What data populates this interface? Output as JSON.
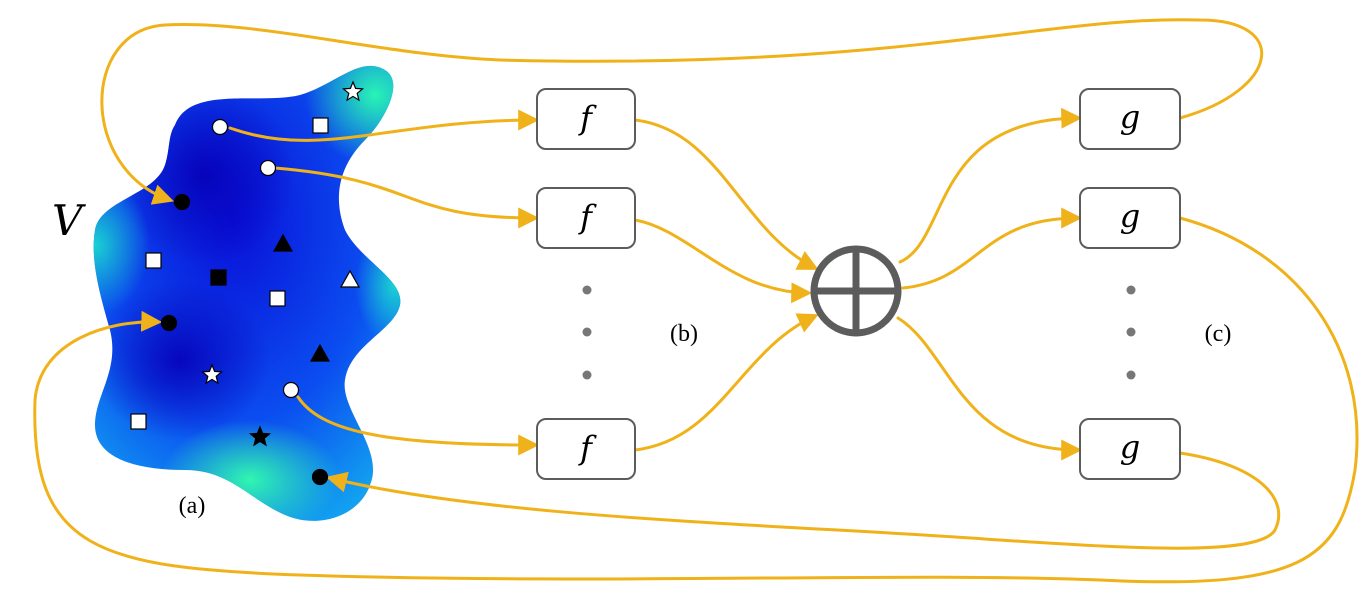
{
  "diagram": {
    "set_label": "V",
    "function_f": "f",
    "function_g": "g",
    "panel_labels": [
      "(a)",
      "(b)",
      "(c)"
    ],
    "colors": {
      "arrow": "#f0b21a",
      "box_stroke": "#5c5c5c",
      "aggregator": "#5c5c5c",
      "blob_dark": "#0a1fe0",
      "blob_light": "#20f0b0"
    },
    "aggregator_symbol": "circled-plus",
    "node_shapes": [
      "white-circle",
      "black-circle",
      "white-square",
      "black-square",
      "white-triangle",
      "black-triangle",
      "white-star",
      "black-star"
    ]
  }
}
